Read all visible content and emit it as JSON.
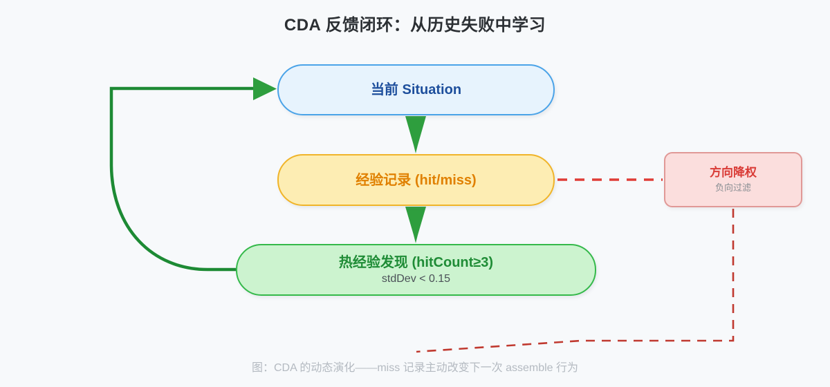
{
  "diagram": {
    "title": "CDA 反馈闭环：从历史失败中学习",
    "caption": "图：CDA 的动态演化——miss 记录主动改变下一次 assemble 行为",
    "background_color": "#f7f9fb"
  },
  "nodes": {
    "situation": {
      "label": "当前 Situation",
      "fill_color": "#e7f3fd",
      "border_color": "#4aa3e8",
      "text_color": "#1d4e9c"
    },
    "experience": {
      "label": "经验记录 (hit/miss)",
      "fill_color": "#fdedb3",
      "border_color": "#f0b429",
      "text_color": "#e08000"
    },
    "hot_experience": {
      "label": "热经验发现 (hitCount≥3)",
      "sublabel": "stdDev < 0.15",
      "fill_color": "#ccf3cf",
      "border_color": "#34b94a",
      "text_color": "#1f8c36",
      "sub_text_color": "#4b5158"
    },
    "demote": {
      "label": "方向降权",
      "sublabel": "负向过滤",
      "fill_color": "#fbdedd",
      "border_color": "#e09896",
      "text_color": "#d93b36",
      "sub_text_color": "#8a8f94"
    }
  },
  "edges": {
    "situation_to_experience": {
      "style": "solid-arrow",
      "color": "#2e9e3e"
    },
    "experience_to_hot": {
      "style": "solid-arrow",
      "color": "#2e9e3e"
    },
    "hot_feedback_to_situation": {
      "style": "solid-arrow-curved",
      "color": "#1d8a34"
    },
    "experience_to_demote": {
      "style": "dashed",
      "color": "#df3c36"
    },
    "demote_to_caption": {
      "style": "dashed",
      "color": "#c0392f"
    }
  }
}
